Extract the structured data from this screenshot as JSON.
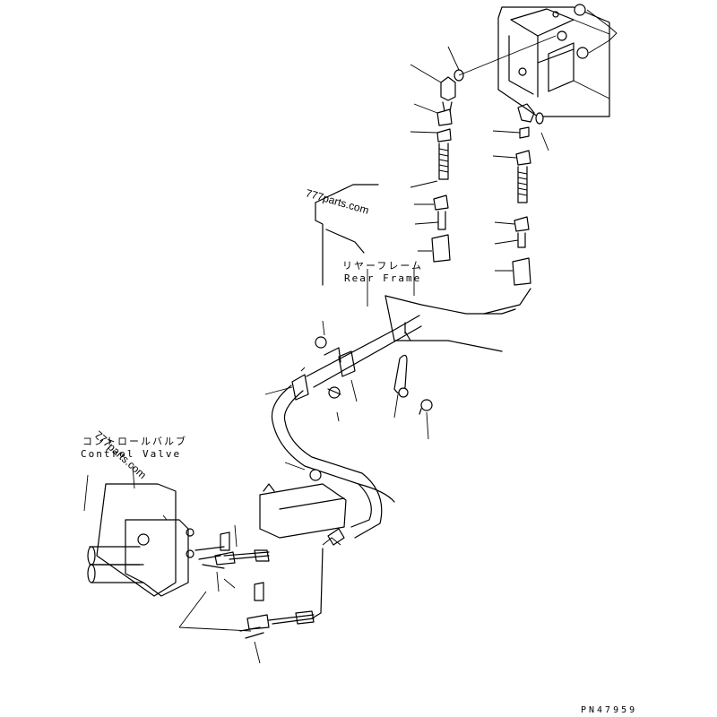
{
  "labels": {
    "rear_frame_jp": "リヤーフレーム",
    "rear_frame_en": "Rear Frame",
    "control_valve_jp": "コントロールバルブ",
    "control_valve_en": "Control Valve"
  },
  "watermark": "777parts.com",
  "drawing_number": "PN47959",
  "colors": {
    "ink": "#000000",
    "paper": "#ffffff"
  }
}
